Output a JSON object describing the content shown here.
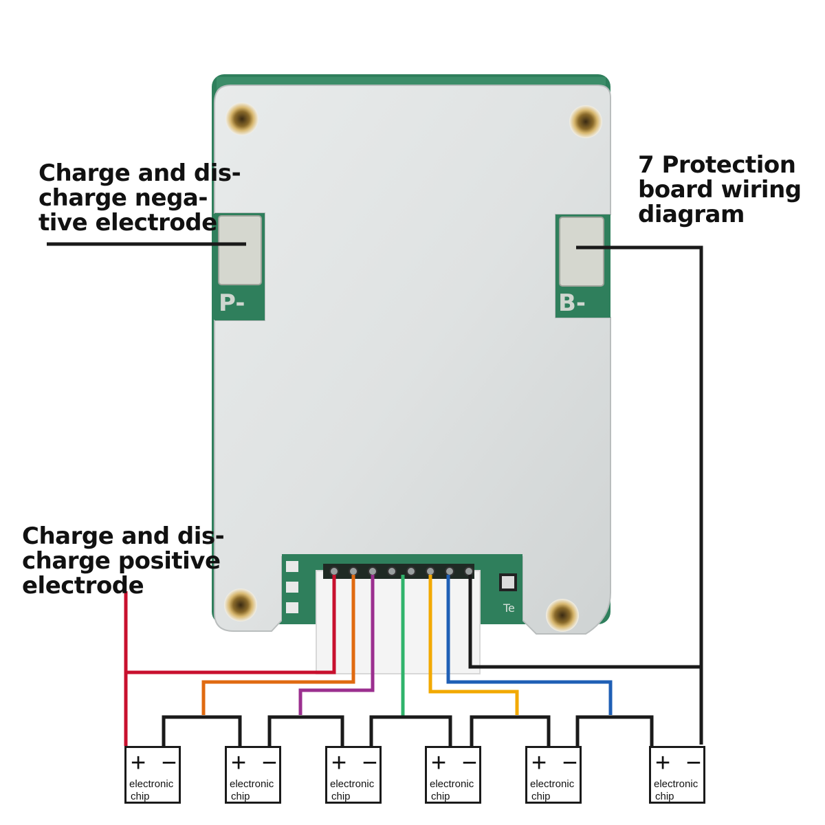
{
  "labels": {
    "negative": [
      "Charge and dis-",
      "charge nega-",
      "tive electrode"
    ],
    "positive": [
      "Charge and dis-",
      "charge positive",
      "electrode"
    ],
    "title": [
      "7 Protection",
      "board wiring",
      "diagram"
    ]
  },
  "board": {
    "pad_left": "P-",
    "pad_right": "B-",
    "connector_text": "Te"
  },
  "chips": [
    {
      "sign": "+ −",
      "line1": "electronic",
      "line2": "chip"
    },
    {
      "sign": "+ −",
      "line1": "electronic",
      "line2": "chip"
    },
    {
      "sign": "+ −",
      "line1": "electronic",
      "line2": "chip"
    },
    {
      "sign": "+ −",
      "line1": "electronic",
      "line2": "chip"
    },
    {
      "sign": "+ −",
      "line1": "electronic",
      "line2": "chip"
    },
    {
      "sign": "+ −",
      "line1": "electronic",
      "line2": "chip"
    }
  ],
  "wire_colors": {
    "red": "#c8102e",
    "orange": "#e06a10",
    "purple": "#9b2f8f",
    "green": "#2fb36b",
    "yellow": "#f2a900",
    "blue": "#1f5fb5",
    "black": "#1a1a1a"
  },
  "colors": {
    "pcb": "#2e7d5b",
    "plate": "#d9dcdc"
  }
}
